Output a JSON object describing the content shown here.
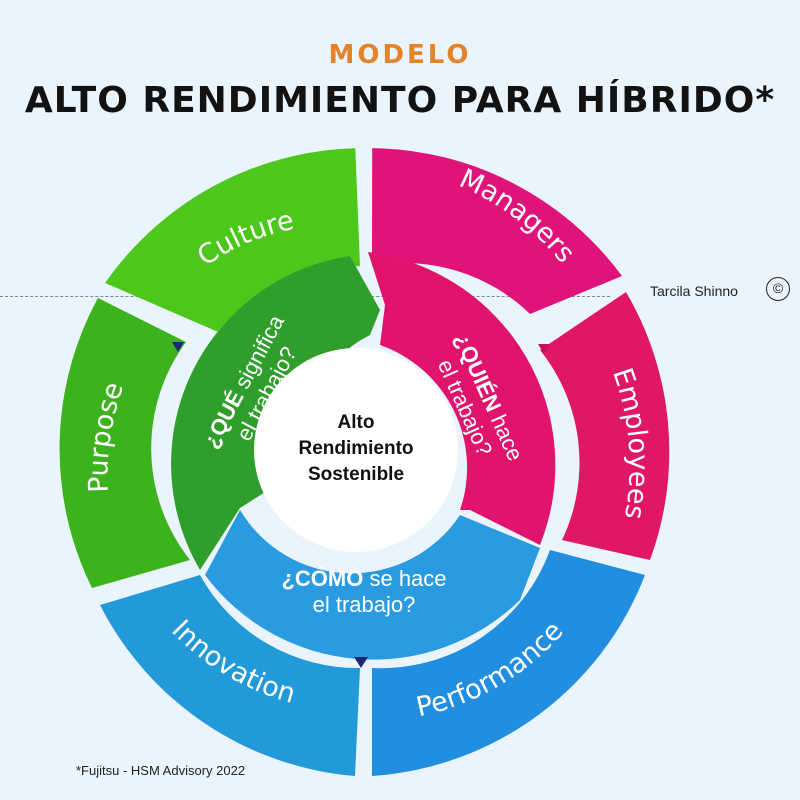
{
  "header": {
    "subtitle": "MODELO",
    "title": "ALTO RENDIMIENTO PARA HÍBRIDO*"
  },
  "author": "Tarcila Shinno",
  "copyright_symbol": "©",
  "footnote": "*Fujitsu - HSM Advisory 2022",
  "outer_ring": [
    {
      "label": "Culture",
      "color": "#4dc71b"
    },
    {
      "label": "Purpose",
      "color": "#3cb21c"
    },
    {
      "label": "Managers",
      "color": "#e0137a"
    },
    {
      "label": "Employees",
      "color": "#e01668"
    },
    {
      "label": "Innovation",
      "color": "#2299d8"
    },
    {
      "label": "Performance",
      "color": "#218ee0"
    }
  ],
  "inner_ring": {
    "que": {
      "bold": "¿QUÉ",
      "rest": " significa",
      "line2": "el trabajo?",
      "color": "#2f9e2a"
    },
    "quien": {
      "bold": "¿QUIÉN",
      "rest": " hace",
      "line2": "el trabajo?",
      "color": "#e0146c"
    },
    "como": {
      "bold": "¿CÓMO",
      "rest": " se hace",
      "line2": "el trabajo?",
      "color": "#2a9be0"
    }
  },
  "center": {
    "line1": "Alto",
    "line2": "Rendimiento",
    "line3": "Sostenible"
  },
  "colors": {
    "background": "#eaf4fc",
    "accent_orange": "#e6822a",
    "center_fill": "#ffffff",
    "arrow_navy": "#1b2a78"
  }
}
